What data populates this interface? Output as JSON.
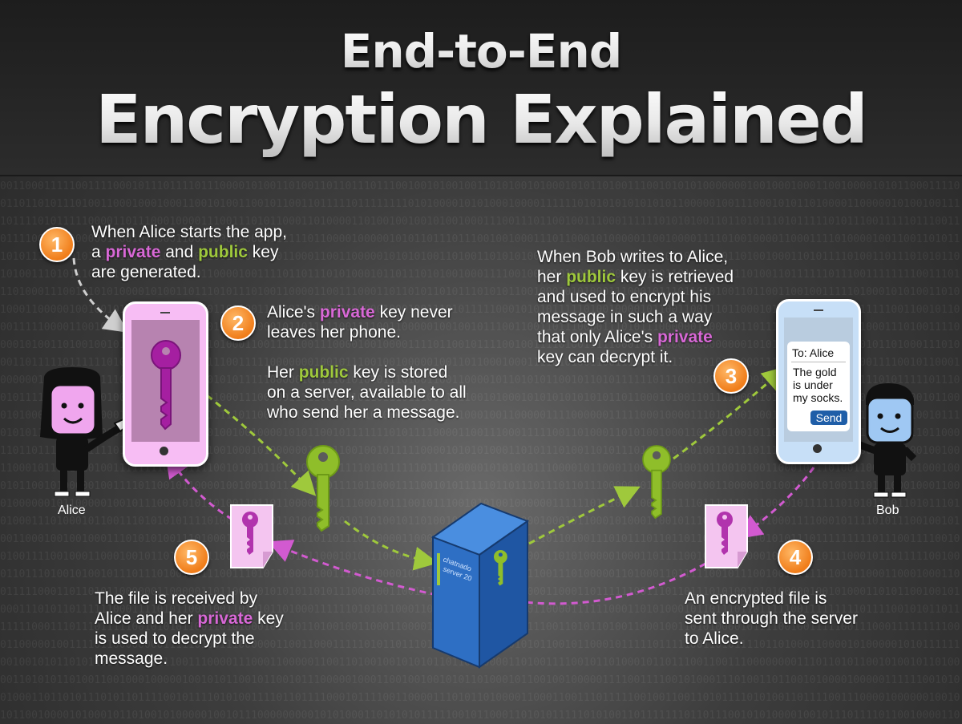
{
  "title": {
    "line1": "End-to-End",
    "line2": "Encryption Explained"
  },
  "steps": [
    {
      "number": "1",
      "lines": [
        [
          {
            "t": "When Alice starts the app,"
          }
        ],
        [
          {
            "t": "a "
          },
          {
            "t": "private",
            "k": "p"
          },
          {
            "t": " and "
          },
          {
            "t": "public",
            "k": "g"
          },
          {
            "t": " key"
          }
        ],
        [
          {
            "t": "are generated."
          }
        ]
      ]
    },
    {
      "number": "2",
      "lines": [
        [
          {
            "t": "Alice's "
          },
          {
            "t": "private",
            "k": "p"
          },
          {
            "t": " key never"
          }
        ],
        [
          {
            "t": "leaves her phone."
          }
        ],
        [
          {
            "t": ""
          }
        ],
        [
          {
            "t": "Her "
          },
          {
            "t": "public",
            "k": "g"
          },
          {
            "t": " key is stored"
          }
        ],
        [
          {
            "t": "on a server, available to all"
          }
        ],
        [
          {
            "t": "who send her a message."
          }
        ]
      ]
    },
    {
      "number": "3",
      "lines": [
        [
          {
            "t": "When Bob writes to Alice,"
          }
        ],
        [
          {
            "t": "her "
          },
          {
            "t": "public",
            "k": "g"
          },
          {
            "t": " key is retrieved"
          }
        ],
        [
          {
            "t": "and used to encrypt his"
          }
        ],
        [
          {
            "t": "message in such a way"
          }
        ],
        [
          {
            "t": "that only Alice's "
          },
          {
            "t": "private",
            "k": "p"
          }
        ],
        [
          {
            "t": "key can decrypt it."
          }
        ]
      ]
    },
    {
      "number": "4",
      "lines": [
        [
          {
            "t": "An encrypted file is"
          }
        ],
        [
          {
            "t": "sent through the server"
          }
        ],
        [
          {
            "t": "to Alice."
          }
        ]
      ]
    },
    {
      "number": "5",
      "lines": [
        [
          {
            "t": "The file is received by"
          }
        ],
        [
          {
            "t": "Alice and her "
          },
          {
            "t": "private",
            "k": "p"
          },
          {
            "t": " key"
          }
        ],
        [
          {
            "t": "is used to decrypt the"
          }
        ],
        [
          {
            "t": "message."
          }
        ]
      ]
    }
  ],
  "people": {
    "alice": "Alice",
    "bob": "Bob"
  },
  "bob_phone": {
    "to": "To: Alice",
    "message_lines": [
      "The gold",
      "is under",
      "my socks."
    ],
    "send_label": "Send"
  },
  "server": {
    "label_line1": "chatnado",
    "label_line2": "server 20"
  },
  "colors": {
    "private": "#d868d6",
    "public": "#9fc93c",
    "badge": "#f07d1a",
    "server": "#2e6fc4"
  },
  "icons": [
    "private-key-icon",
    "public-key-icon",
    "encrypted-file-icon",
    "server-icon"
  ]
}
